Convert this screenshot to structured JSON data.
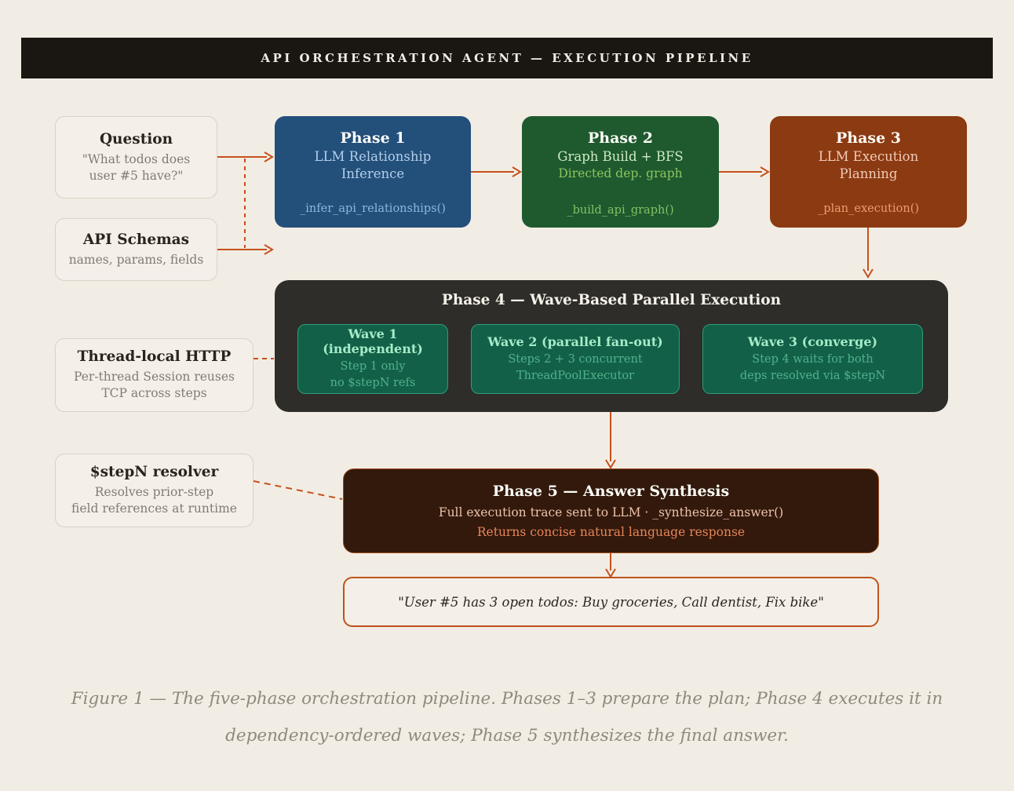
{
  "header": {
    "title": "API ORCHESTRATION AGENT — EXECUTION PIPELINE"
  },
  "inputs": {
    "question": {
      "title": "Question",
      "line1": "\"What todos does",
      "line2": "user #5 have?\""
    },
    "api_schemas": {
      "title": "API Schemas",
      "line1": "names, params, fields"
    }
  },
  "side_notes": {
    "thread_http": {
      "title": "Thread-local HTTP",
      "line1": "Per-thread Session reuses",
      "line2": "TCP across steps"
    },
    "stepn_resolver": {
      "title": "$stepN resolver",
      "line1": "Resolves prior-step",
      "line2": "field references at runtime"
    }
  },
  "phases": {
    "p1": {
      "title": "Phase 1",
      "subtitle": "LLM Relationship Inference",
      "code": "_infer_api_relationships()"
    },
    "p2": {
      "title": "Phase 2",
      "subtitle": "Graph Build + BFS",
      "note": "Directed dep. graph",
      "code": "_build_api_graph()"
    },
    "p3": {
      "title": "Phase 3",
      "subtitle": "LLM Execution Planning",
      "code": "_plan_execution()"
    },
    "p4": {
      "title": "Phase 4 — Wave-Based Parallel Execution",
      "waves": [
        {
          "title": "Wave 1 (independent)",
          "line1": "Step 1 only",
          "line2": "no $stepN refs"
        },
        {
          "title": "Wave 2 (parallel fan-out)",
          "line1": "Steps 2 + 3 concurrent",
          "line2": "ThreadPoolExecutor"
        },
        {
          "title": "Wave 3 (converge)",
          "line1": "Step 4 waits for both",
          "line2": "deps resolved via $stepN"
        }
      ]
    },
    "p5": {
      "title": "Phase 5 — Answer Synthesis",
      "line1": "Full execution trace sent to LLM · _synthesize_answer()",
      "line2": "Returns concise natural language response"
    }
  },
  "output": {
    "text": "\"User #5 has 3 open todos: Buy groceries, Call dentist, Fix bike\""
  },
  "caption": {
    "line1": "Figure 1 — The five-phase orchestration pipeline. Phases 1–3 prepare the plan; Phase 4 executes it in",
    "line2": "dependency-ordered waves; Phase 5 synthesizes the final answer."
  },
  "colors": {
    "background": "#f2ede4",
    "header_bg": "#1a1611",
    "rust_arrow": "#c6501c",
    "green_arrow": "#3ba47e",
    "phase1_bg": "#234f7b",
    "phase2_bg": "#1e5a2e",
    "phase3_bg": "#8b3a11",
    "phase4_bg": "#2e2d29",
    "wave_bg": "#136049",
    "wave_border": "#2f9c79",
    "phase5_bg": "#32190b",
    "output_border": "#c0521d"
  }
}
